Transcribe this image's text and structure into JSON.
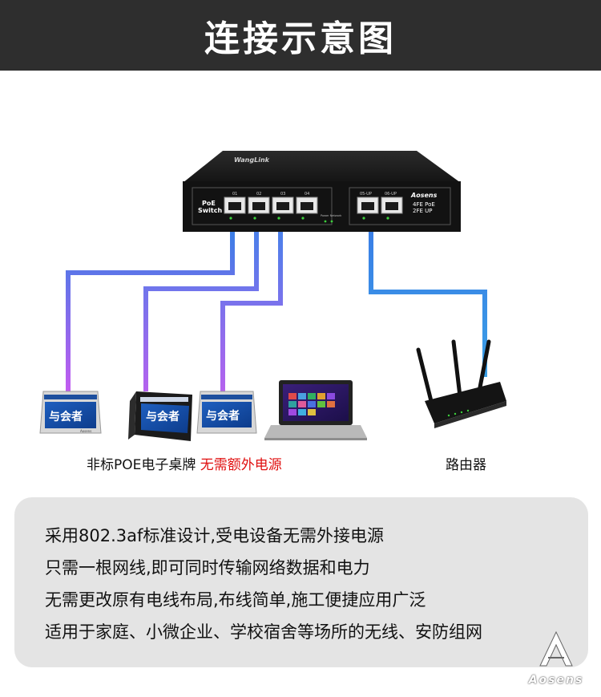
{
  "header": {
    "title": "连接示意图"
  },
  "switch": {
    "brand_top": "WangLink",
    "poe_label": "PoE",
    "switch_label": "Switch",
    "ports": [
      "01",
      "02",
      "03",
      "04"
    ],
    "uplink_ports": [
      "05-UP",
      "06-UP"
    ],
    "brand": "Aosens",
    "spec_line1": "4FE PoE",
    "spec_line2": "2FE UP",
    "led_label": "Power Network"
  },
  "devices": {
    "tablet_text": "与会者",
    "tablet_brand": "Aosens"
  },
  "captions": {
    "left_main": "非标POE电子桌牌",
    "left_red": "无需额外电源",
    "right": "路由器"
  },
  "info": {
    "lines": [
      "采用802.3af标准设计,受电设备无需外接电源",
      "只需一根网线,即可同时传输网络数据和电力",
      "无需更改原有电线布局,布线简单,施工便捷应用广泛",
      "适用于家庭、小微企业、学校宿舍等场所的无线、安防组网"
    ]
  },
  "logo": {
    "text": "Aosens"
  },
  "colors": {
    "header_bg": "#2e2e2e",
    "cable_blue": "#3a7ee6",
    "cable_purple": "#a55cf0",
    "caption_red": "#e01010",
    "info_bg": "#e4e4e4"
  }
}
